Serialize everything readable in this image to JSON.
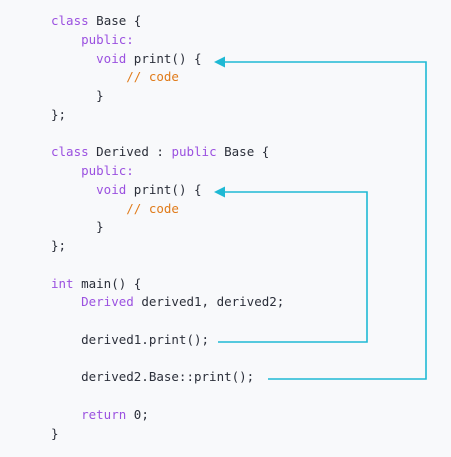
{
  "colors": {
    "background": "#f8f9fb",
    "text": "#2b2f3a",
    "keyword": "#9b51e0",
    "comment": "#e07b1a",
    "arrow": "#1fb9d4"
  },
  "code": [
    [
      {
        "t": "kw",
        "v": "class"
      },
      {
        "t": "tx",
        "v": " Base {"
      }
    ],
    [
      {
        "t": "kw",
        "v": "    public:"
      }
    ],
    [
      {
        "t": "kw",
        "v": "      void"
      },
      {
        "t": "tx",
        "v": " print() {"
      }
    ],
    [
      {
        "t": "cm",
        "v": "          // code"
      }
    ],
    [
      {
        "t": "tx",
        "v": "      }"
      }
    ],
    [
      {
        "t": "tx",
        "v": "};"
      }
    ],
    [],
    [
      {
        "t": "kw",
        "v": "class"
      },
      {
        "t": "tx",
        "v": " Derived : "
      },
      {
        "t": "kw",
        "v": "public"
      },
      {
        "t": "tx",
        "v": " Base {"
      }
    ],
    [
      {
        "t": "kw",
        "v": "    public:"
      }
    ],
    [
      {
        "t": "kw",
        "v": "      void"
      },
      {
        "t": "tx",
        "v": " print() {"
      }
    ],
    [
      {
        "t": "cm",
        "v": "          // code"
      }
    ],
    [
      {
        "t": "tx",
        "v": "      }"
      }
    ],
    [
      {
        "t": "tx",
        "v": "};"
      }
    ],
    [],
    [
      {
        "t": "kw",
        "v": "int"
      },
      {
        "t": "tx",
        "v": " main() {"
      }
    ],
    [
      {
        "t": "kw",
        "v": "    Derived"
      },
      {
        "t": "tx",
        "v": " derived1, derived2;"
      }
    ],
    [],
    [
      {
        "t": "tx",
        "v": "    derived1.print();"
      }
    ],
    [],
    [
      {
        "t": "tx",
        "v": "    derived2.Base::print();"
      }
    ],
    [],
    [
      {
        "t": "kw",
        "v": "    return"
      },
      {
        "t": "tx",
        "v": " 0;"
      }
    ],
    [
      {
        "t": "tx",
        "v": "}"
      }
    ]
  ]
}
